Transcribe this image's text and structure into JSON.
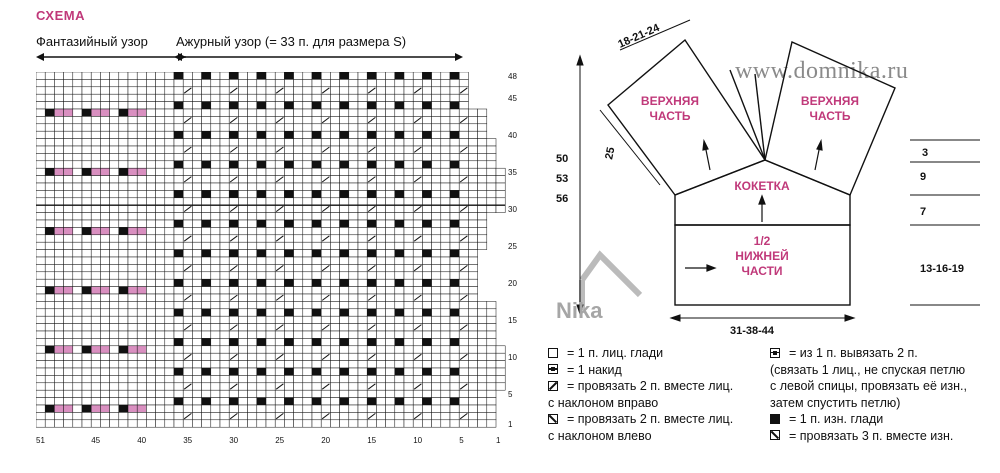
{
  "title": "СХЕМА",
  "pattern_labels": {
    "fancy": "Фантазийный узор",
    "lace": "Ажурный узор (= 33 п. для размера S)"
  },
  "row_numbers": [
    "48",
    "45",
    "40",
    "35",
    "30",
    "25",
    "20",
    "15",
    "10",
    "5",
    "1"
  ],
  "col_numbers": [
    "51",
    "45",
    "40",
    "35",
    "30",
    "25",
    "20",
    "15",
    "10",
    "5",
    "1"
  ],
  "site": "www.domnika.ru",
  "watermark": "Nika",
  "schematic": {
    "upper_left": "ВЕРХНЯЯ\nЧАСТЬ",
    "upper_right": "ВЕРХНЯЯ\nЧАСТЬ",
    "yoke": "КОКЕТКА",
    "lower": "1/2\nНИЖНЕЙ\nЧАСТИ",
    "dim_top": "18-21-24",
    "dim_side": "25",
    "dim_height": [
      "50",
      "53",
      "56"
    ],
    "dim_right": [
      "3",
      "9",
      "7"
    ],
    "dim_lower_right": "13-16-19",
    "dim_bottom": "31-38-44"
  },
  "legend_left": [
    {
      "sym": "empty",
      "text": "= 1 п. лиц. глади"
    },
    {
      "sym": "x",
      "text": "= 1 накид"
    },
    {
      "sym": "sr",
      "text": "= провязать 2 п. вместе лиц."
    },
    {
      "sym": "none",
      "text": "с наклоном вправо"
    },
    {
      "sym": "sl",
      "text": "= провязать 2 п. вместе лиц."
    },
    {
      "sym": "none",
      "text": "с наклоном влево"
    }
  ],
  "legend_right": [
    {
      "sym": "x",
      "text": "= из 1 п. вывязать 2 п."
    },
    {
      "sym": "none",
      "text": "(связать 1 лиц., не спуская петлю"
    },
    {
      "sym": "none",
      "text": "с левой спицы, провязать её изн.,"
    },
    {
      "sym": "none",
      "text": "затем спустить петлю)"
    },
    {
      "sym": "dark",
      "text": "= 1 п. изн. глади"
    },
    {
      "sym": "sl",
      "text": "= провязать 3 п. вместе изн."
    }
  ],
  "colors": {
    "accent": "#c0397a",
    "pink": "#d98fc0",
    "line": "#111111",
    "grey": "#8a8a8a"
  }
}
